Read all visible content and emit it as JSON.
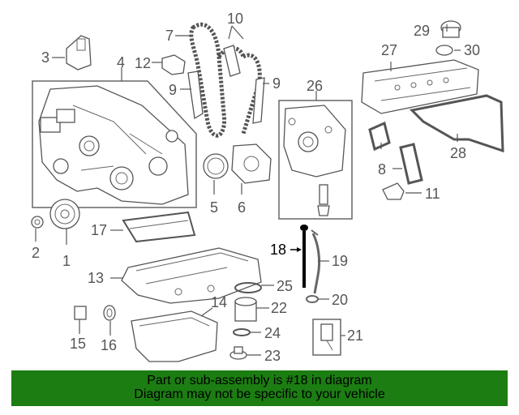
{
  "diagram": {
    "callouts": [
      "1",
      "2",
      "3",
      "4",
      "5",
      "6",
      "7",
      "8",
      "9",
      "10",
      "11",
      "12",
      "13",
      "14",
      "15",
      "16",
      "17",
      "18",
      "19",
      "20",
      "21",
      "22",
      "23",
      "24",
      "25",
      "26",
      "27",
      "28",
      "29",
      "30"
    ],
    "highlighted_callout": "18",
    "labels": {
      "c1": "1",
      "c2": "2",
      "c3": "3",
      "c4": "4",
      "c5": "5",
      "c6": "6",
      "c7": "7",
      "c8": "8",
      "c9a": "9",
      "c9b": "9",
      "c10": "10",
      "c11": "11",
      "c12": "12",
      "c13": "13",
      "c14": "14",
      "c15": "15",
      "c16": "16",
      "c17": "17",
      "c18": "18",
      "c19": "19",
      "c20": "20",
      "c21": "21",
      "c22": "22",
      "c23": "23",
      "c24": "24",
      "c25": "25",
      "c26": "26",
      "c27": "27",
      "c28": "28",
      "c29": "29",
      "c30": "30"
    }
  },
  "banner": {
    "line1": "Part or sub-assembly is #18 in diagram",
    "line2": "Diagram may not be specific to your vehicle",
    "color": "#1b7d12"
  }
}
